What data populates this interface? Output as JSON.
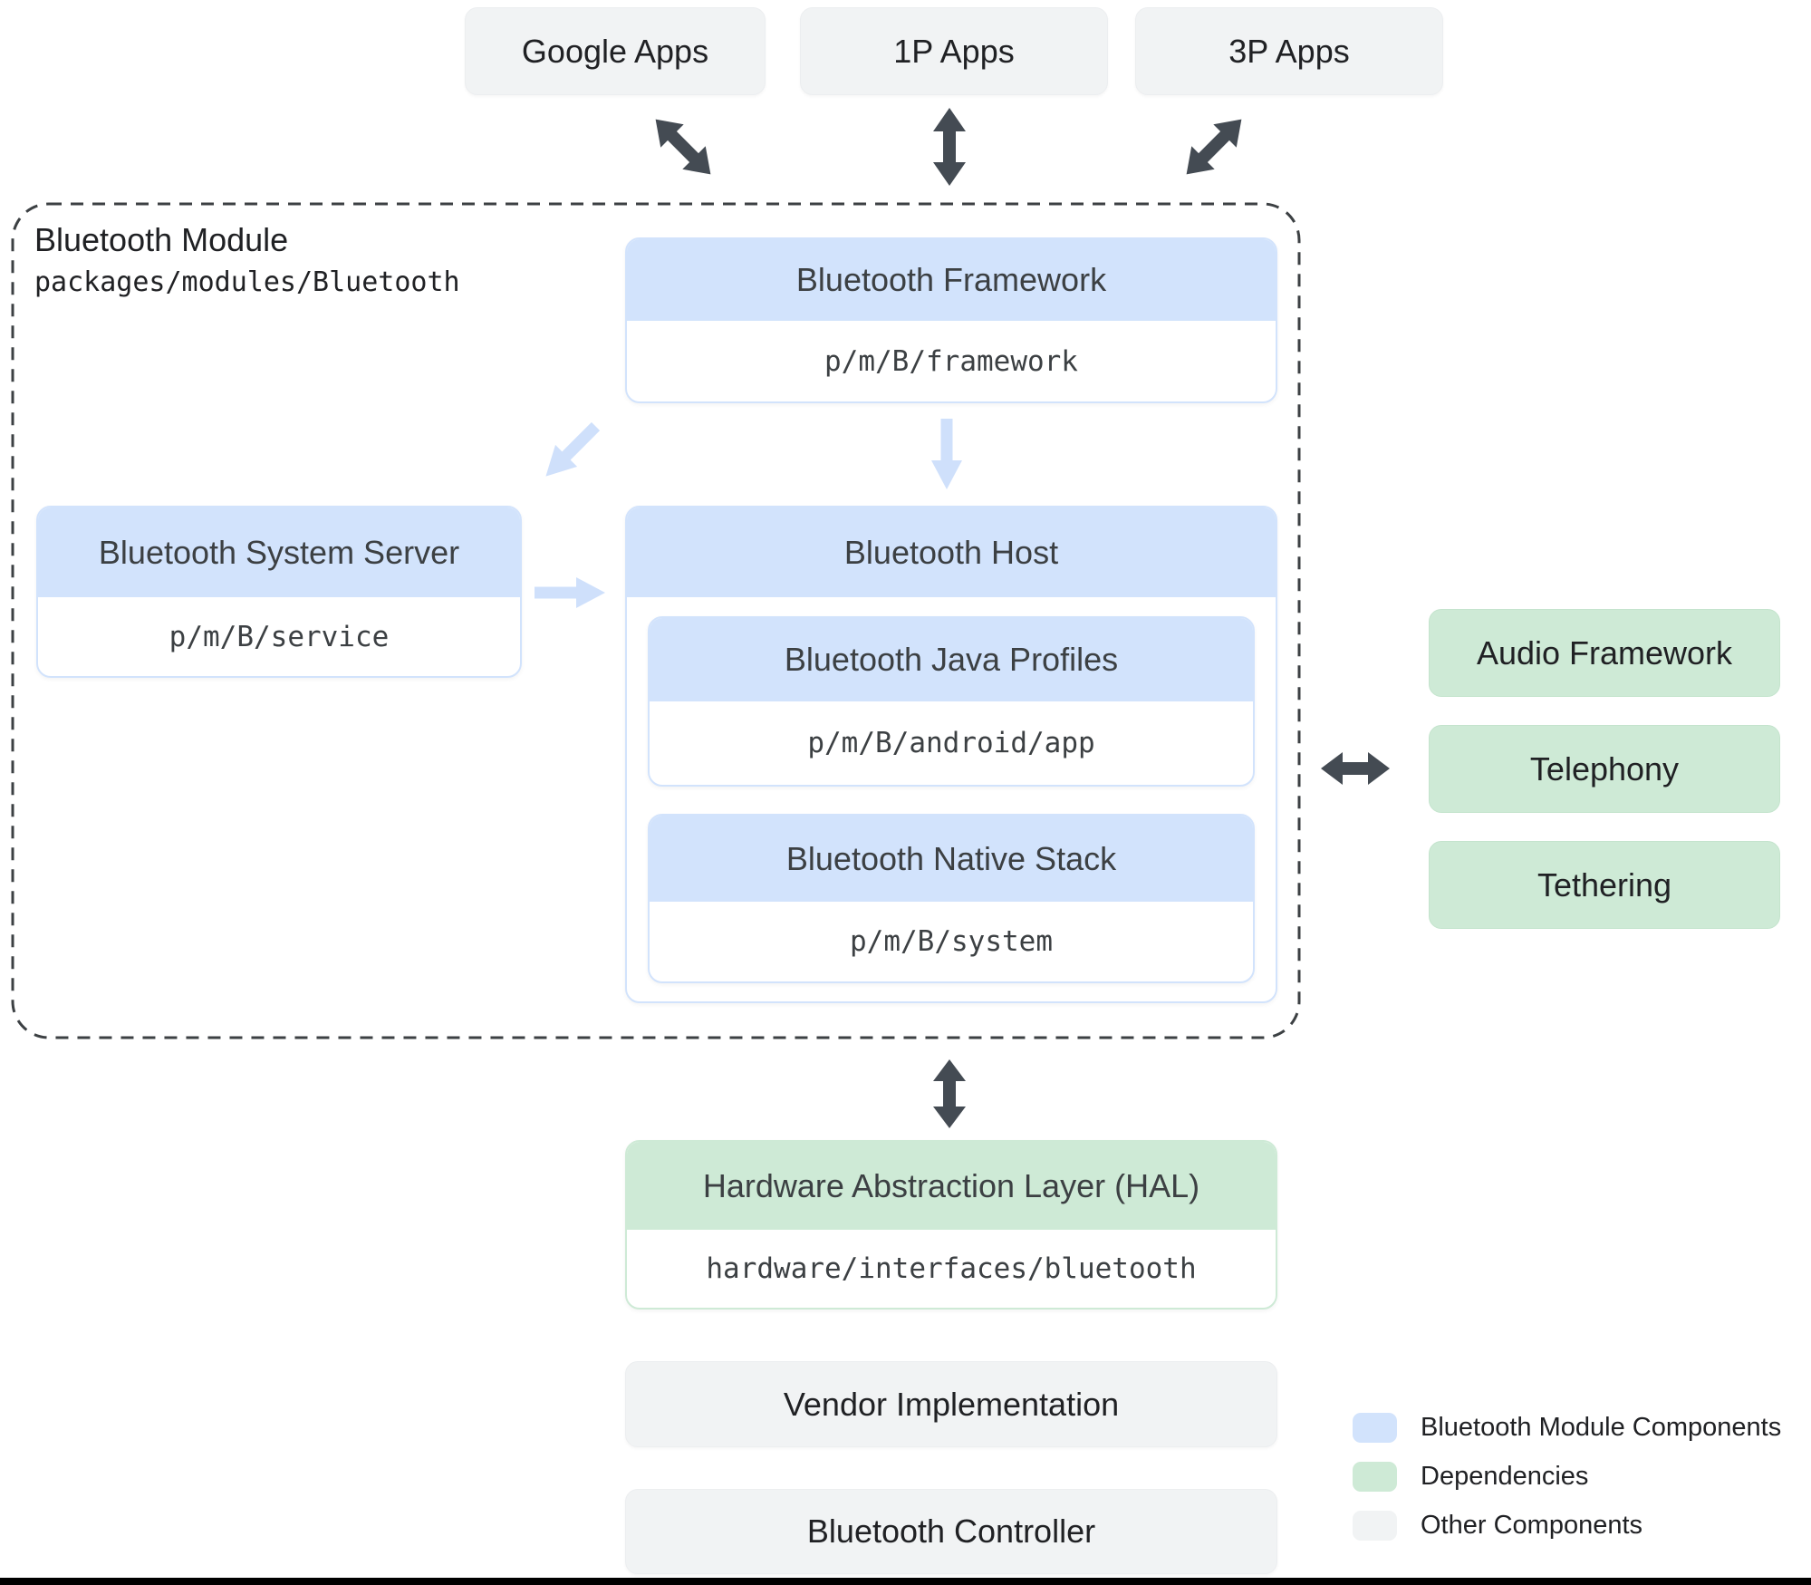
{
  "top_apps": {
    "items": [
      {
        "label": "Google Apps"
      },
      {
        "label": "1P Apps"
      },
      {
        "label": "3P Apps"
      }
    ]
  },
  "module": {
    "title": "Bluetooth Module",
    "path": "packages/modules/Bluetooth",
    "framework": {
      "title": "Bluetooth Framework",
      "path": "p/m/B/framework"
    },
    "system_server": {
      "title": "Bluetooth System Server",
      "path": "p/m/B/service"
    },
    "host": {
      "title": "Bluetooth Host",
      "java_profiles": {
        "title": "Bluetooth Java Profiles",
        "path": "p/m/B/android/app"
      },
      "native_stack": {
        "title": "Bluetooth Native Stack",
        "path": "p/m/B/system"
      }
    }
  },
  "dependencies": {
    "items": [
      {
        "label": "Audio Framework"
      },
      {
        "label": "Telephony"
      },
      {
        "label": "Tethering"
      }
    ]
  },
  "hal": {
    "title": "Hardware Abstraction Layer (HAL)",
    "path": "hardware/interfaces/bluetooth"
  },
  "other_components": {
    "items": [
      {
        "label": "Vendor Implementation"
      },
      {
        "label": "Bluetooth Controller"
      }
    ]
  },
  "legend": {
    "items": [
      {
        "label": "Bluetooth Module Components",
        "color": "#d2e3fc"
      },
      {
        "label": "Dependencies",
        "color": "#ceead6"
      },
      {
        "label": "Other Components",
        "color": "#f1f3f4"
      }
    ]
  },
  "icons": {
    "bidirectional_arrow": "double-headed arrow ↕",
    "flow_arrow": "single-headed arrow ↓"
  },
  "colors": {
    "module_component_fill": "#d2e3fc",
    "dependency_fill": "#ceead6",
    "other_component_fill": "#f1f3f4",
    "dark_arrow": "#444b53",
    "light_arrow": "#cfe0fb",
    "header_text": "#3c4043",
    "body_text": "#202124",
    "dashed_border": "#3c4043"
  }
}
